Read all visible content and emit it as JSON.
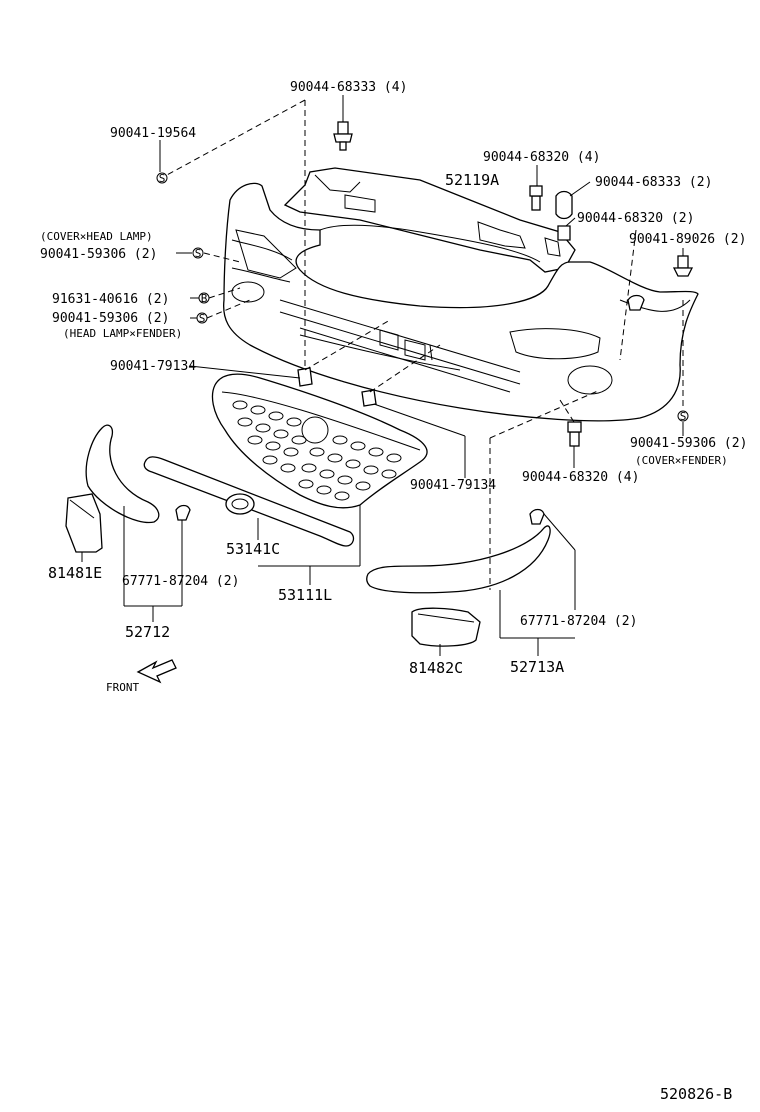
{
  "diagram": {
    "labels": {
      "p90044_68333_4": "90044-68333 (4)",
      "p90041_19564": "90041-19564",
      "p90044_68320_4_top": "90044-68320 (4)",
      "p52119A": "52119A",
      "p90044_68333_2": "90044-68333 (2)",
      "p90044_68320_2": "90044-68320 (2)",
      "cover_head_lamp": "(COVER×HEAD LAMP)",
      "p90041_59306_2_left": "90041-59306 (2)",
      "p90041_89026_2": "90041-89026 (2)",
      "p91631_40616_2": "91631-40616 (2)",
      "p90041_59306_2_left2": "90041-59306 (2)",
      "head_lamp_fender": "(HEAD LAMP×FENDER)",
      "p90041_79134_left": "90041-79134",
      "p90041_59306_2_right": "90041-59306 (2)",
      "cover_fender": "(COVER×FENDER)",
      "p90041_79134_right": "90041-79134",
      "p90044_68320_4_bottom": "90044-68320 (4)",
      "p53141C": "53141C",
      "p81481E": "81481E",
      "p67771_87204_2_left": "67771-87204 (2)",
      "p53111L": "53111L",
      "p52712": "52712",
      "p67771_87204_2_right": "67771-87204 (2)",
      "p81482C": "81482C",
      "p52713A": "52713A",
      "front": "FRONT",
      "diagram_code": "520826-B"
    },
    "symbols": {
      "screw_S": "S",
      "bolt_B": "B"
    }
  }
}
